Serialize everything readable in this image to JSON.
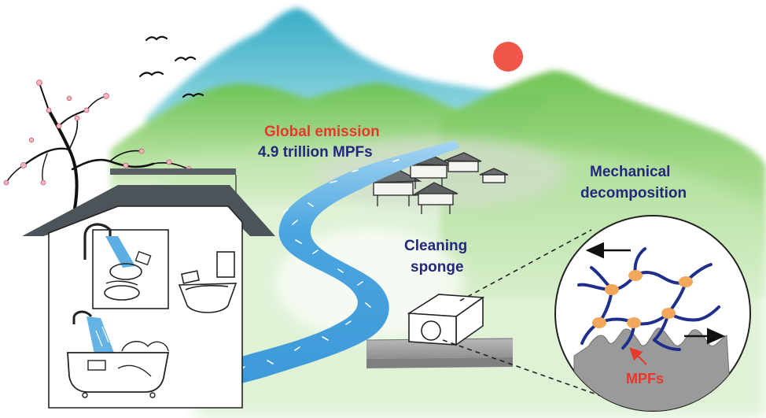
{
  "labels": {
    "emission_line1": "Global emission",
    "emission_line2": "4.9 trillion MPFs",
    "sponge_line1": "Cleaning",
    "sponge_line2": "sponge",
    "mech_line1": "Mechanical",
    "mech_line2": "decomposition",
    "mpfs": "MPFs"
  },
  "colors": {
    "emission_red": "#e8372b",
    "label_navy": "#24287c",
    "fiber_blue": "#1e2f8c",
    "node_orange": "#f2a85a",
    "river_blue": "#4aa5e0",
    "mountain_teal": "#3ab3c6",
    "hill_green": "#86cf6a",
    "sun_red": "#f2564a",
    "house_roof": "#4c5359"
  },
  "icons": [
    "bird-icon",
    "sun-icon",
    "house-icon",
    "sponge-icon",
    "arrow-left-icon",
    "arrow-right-icon"
  ]
}
